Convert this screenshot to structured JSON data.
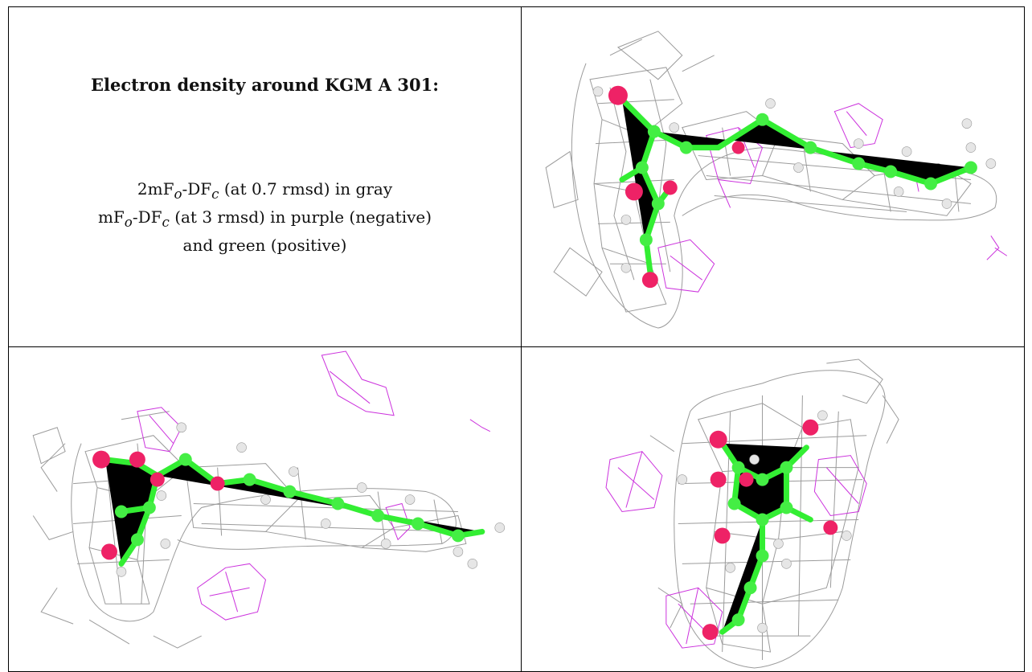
{
  "caption": {
    "title": "Electron density around KGM A 301:",
    "line1_prefix": "2mF",
    "line1_sub1": "o",
    "line1_mid": "-DF",
    "line1_sub2": "c",
    "line1_suffix": " (at 0.7 rmsd) in gray",
    "line2_prefix": "mF",
    "line2_sub1": "o",
    "line2_mid": "-DF",
    "line2_sub2": "c",
    "line2_suffix": " (at 3 rmsd) in purple (negative)",
    "line3": "and green (positive)"
  },
  "colors": {
    "density_2fofc": "#9b9b9b",
    "density_negative": "#cc33dd",
    "carbon": "#44ee44",
    "oxygen": "#ee2266",
    "hydrogen": "#e6e6e6"
  },
  "panels": [
    "density-view-1",
    "density-view-2",
    "density-view-3"
  ]
}
